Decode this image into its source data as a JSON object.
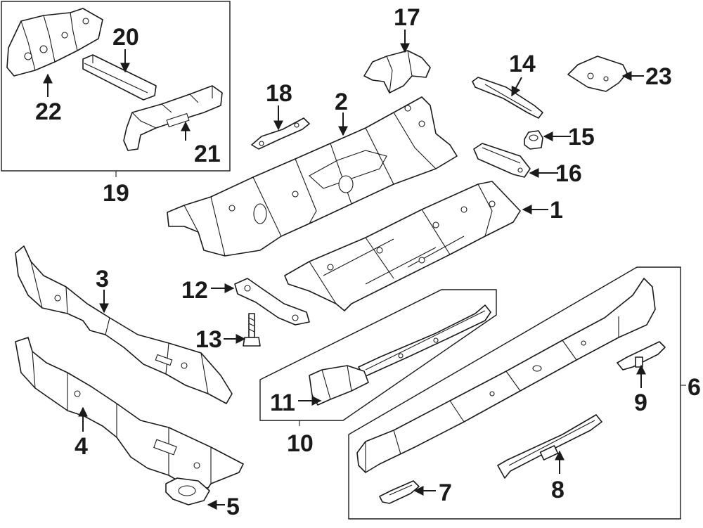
{
  "labels": {
    "p1": "1",
    "p2": "2",
    "p3": "3",
    "p4": "4",
    "p5": "5",
    "p6": "6",
    "p7": "7",
    "p8": "8",
    "p9": "9",
    "p10": "10",
    "p11": "11",
    "p12": "12",
    "p13": "13",
    "p14": "14",
    "p15": "15",
    "p16": "16",
    "p17": "17",
    "p18": "18",
    "p19": "19",
    "p20": "20",
    "p21": "21",
    "p22": "22",
    "p23": "23"
  },
  "colors": {
    "line": "#1a1a1a",
    "background": "#ffffff"
  }
}
